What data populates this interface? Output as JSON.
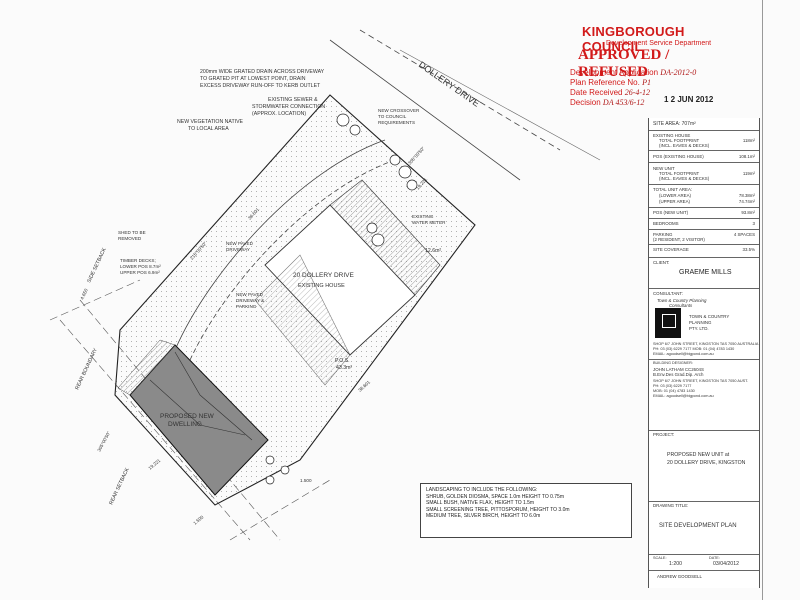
{
  "stamp": {
    "council": "KINGBOROUGH COUNCIL",
    "department": "Development Service Department",
    "approved": "APPROVED / REFUSED",
    "application_label": "Development Application",
    "application_value": "DA-2012-0",
    "plan_ref_label": "Plan Reference No.",
    "plan_ref_value": "P1",
    "date_received_label": "Date Received",
    "date_received_value": "26-4-12",
    "decision_label": "Decision",
    "decision_value": "DA 453/6-12",
    "decision_date": "1 2 JUN 2012"
  },
  "plan": {
    "street": "DOLLERY DRIVE",
    "existing_house": "20 DOLLERY DRIVE",
    "existing_house_sub": "EXISTING HOUSE",
    "proposed": "PROPOSED NEW",
    "proposed_sub": "DWELLING",
    "notes": [
      "200mm WIDE GRATED DRAIN ACROSS DRIVEWAY",
      "TO GRATED PIT AT LOWEST POINT, DRAIN",
      "EXCESS DRIVEWAY RUN-OFF TO KERB OUTLET",
      "EXISTING SEWER &",
      "STORMWATER CONNECTION",
      "(APPROX. LOCATION)",
      "NEW VEGETATION NATIVE",
      "TO LOCAL AREA",
      "NEW CROSSOVER",
      "TO COUNCIL",
      "REQUIREMENTS",
      "EXISTING",
      "WATER METER",
      "SHED TO BE",
      "REMOVED",
      "TIMBER DECKS;",
      "LOWER POS 8.7m²",
      "UPPER POS 6.9m²",
      "NEW PAVED",
      "DRIVEWAY",
      "NEW PAVED",
      "DRIVEWAY &",
      "PARKING",
      "SIDE SETBACK",
      "REAR SETBACK",
      "REAR BOUNDARY",
      "P.O.S.",
      "43.3m²",
      "12.6m²"
    ],
    "dims": [
      "305°00'50\"",
      "19.221",
      "215°00'50\"",
      "36.601",
      "38.601",
      "305°00'50\"",
      "19.221",
      "1.500",
      "4.650",
      "1.500"
    ]
  },
  "landscaping": [
    "LANDSCAPING TO INCLUDE THE FOLLOWING:",
    "SHRUB, GOLDEN DIOSMA, SPACE 1.0m HEIGHT TO 0.75m",
    "SMALL BUSH, NATIVE FLAX, HEIGHT TO 1.5m",
    "SMALL SCREENING TREE, PITTOSPORUM, HEIGHT TO 3.0m",
    "MEDIUM TREE, SILVER BIRCH, HEIGHT TO 6.0m"
  ],
  "title_block": {
    "site_area": "SITE AREA: 707m²",
    "rows": [
      {
        "label": "EXISTING HOUSE",
        "value": ""
      },
      {
        "label": "TOTAL FOOTPRINT",
        "value": "118m²"
      },
      {
        "label": "(INCL. EAVES & DECKS)",
        "value": ""
      },
      {
        "label": "POS (EXISTING HOUSE)",
        "value": "108.1m²"
      },
      {
        "label": "NEW UNIT",
        "value": ""
      },
      {
        "label": "TOTAL FOOTPRINT",
        "value": "119m²"
      },
      {
        "label": "(INCL. EAVES & DECKS)",
        "value": ""
      },
      {
        "label": "TOTAL UNIT AREA:",
        "value": ""
      },
      {
        "label": "(LOWER AREA)",
        "value": "78.38m²"
      },
      {
        "label": "(UPPER AREA)",
        "value": "74.74m²"
      },
      {
        "label": "POS (NEW UNIT)",
        "value": "93.8m²"
      },
      {
        "label": "BEDROOMS",
        "value": "3"
      },
      {
        "label": "PARKING",
        "value": "4 SPACES"
      },
      {
        "label": "(2 RESIDENT, 2 VISITOR)",
        "value": ""
      },
      {
        "label": "SITE COVERAGE",
        "value": "33.5%"
      }
    ],
    "client_label": "CLIENT:",
    "client": "GRAEME MILLS",
    "consultant_label": "CONSULTANT:",
    "consultant_lines": [
      "Town & Country Planning",
      "Consultants",
      "TOWN & COUNTRY",
      "PLANNING",
      "PTY. LTD."
    ],
    "consultant_addr": [
      "SHOP 6/7 JOHN STREET, KINGSTON TAS 7050 AUSTRALIA",
      "PH: 03 (03) 6229 7177    MOB: 01 (04) 4783 1430",
      "EMAIL: agoodsell@bigpond.com.au"
    ],
    "designer_label": "BUILDING DESIGNER:",
    "designer": [
      "JOHN LATHAM          CC2604S",
      "B.Env.Des  Grad.Dip. Arch",
      "SHOP 6/7 JOHN STREET, KINGSTON TAS 7050 AUST.",
      "PH: 03 (03) 6229 7177",
      "MOB: 01 (04) 4783 1430",
      "EMAIL: agoodsell@bigpond.com.au"
    ],
    "project_label": "PROJECT:",
    "project": [
      "PROPOSED NEW UNIT at",
      "20 DOLLERY DRIVE, KINGSTON"
    ],
    "drawing_label": "DRAWING TITLE:",
    "drawing": "SITE DEVELOPMENT PLAN",
    "scale_label": "SCALE:",
    "scale": "1:200",
    "date_label": "DATE:",
    "date": "03/04/2012",
    "drawn": "ANDREW GOODSELL"
  }
}
